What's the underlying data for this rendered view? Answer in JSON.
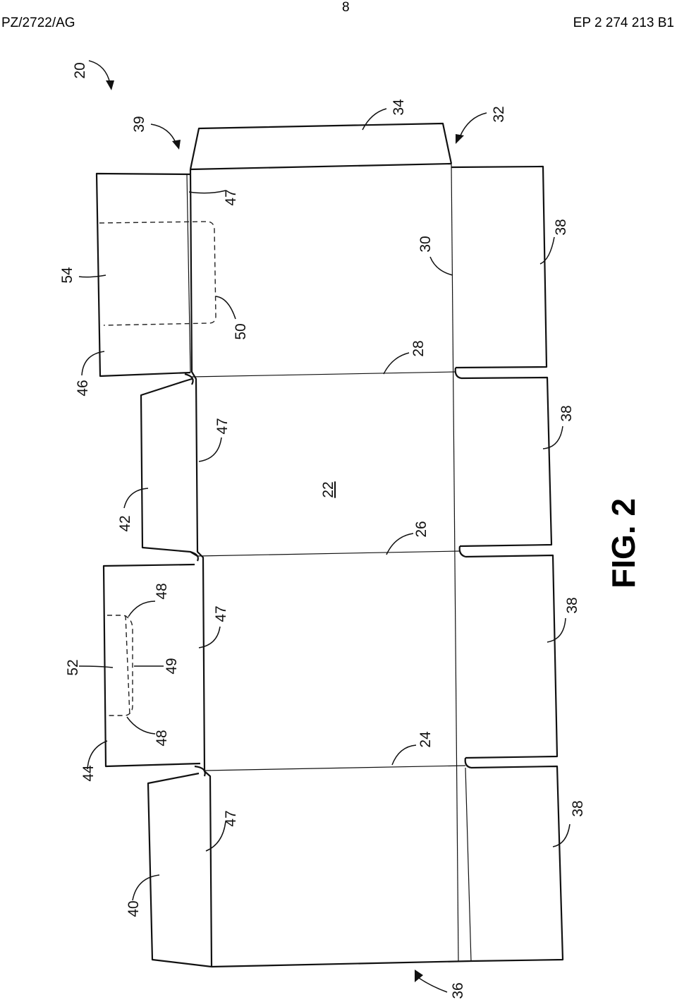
{
  "header": {
    "left": "PZ/2722/AG",
    "page": "8",
    "right": "EP 2 274 213 B1"
  },
  "figure": {
    "caption": "FIG. 2",
    "refs": {
      "r20": "20",
      "r39": "39",
      "r34": "34",
      "r32": "32",
      "r54": "54",
      "r47a": "47",
      "r30": "30",
      "r38a": "38",
      "r50": "50",
      "r46": "46",
      "r28": "28",
      "r47b": "47",
      "r38b": "38",
      "r42": "42",
      "r22": "22",
      "r26": "26",
      "r48a": "48",
      "r47c": "47",
      "r52": "52",
      "r49": "49",
      "r38c": "38",
      "r48b": "48",
      "r44": "44",
      "r24": "24",
      "r47d": "47",
      "r38d": "38",
      "r40": "40",
      "r36": "36"
    }
  }
}
